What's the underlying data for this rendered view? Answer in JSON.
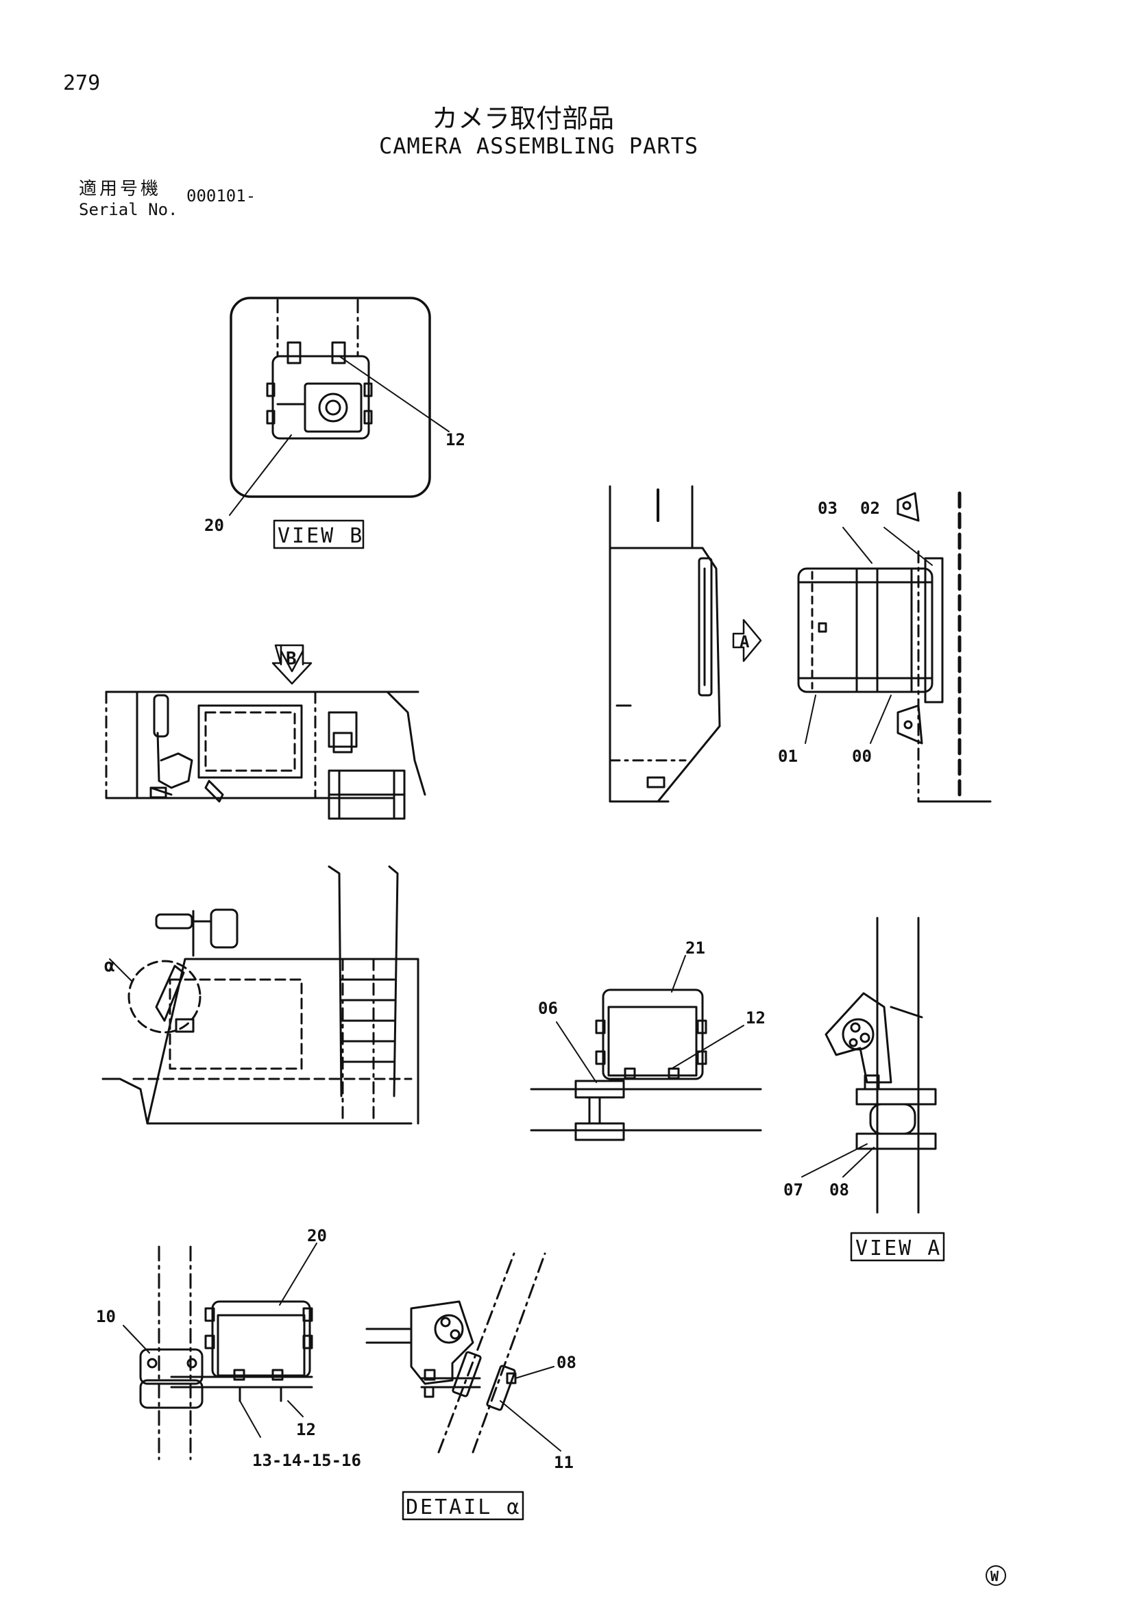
{
  "page": {
    "number": "279",
    "title_jp": "カメラ取付部品",
    "title_en": "CAMERA ASSEMBLING PARTS",
    "serial_label_jp": "適用号機",
    "serial_label_en": "Serial No.",
    "serial_value": "000101-",
    "corner_mark": "W"
  },
  "views": {
    "view_b": "VIEW B",
    "view_a": "VIEW A",
    "detail_a": "DETAIL α",
    "arrow_b": "B",
    "arrow_a": "A",
    "detail_circle_label": "α"
  },
  "part_labels": {
    "p12_top": "12",
    "p20_top": "20",
    "p03": "03",
    "p02": "02",
    "p01": "01",
    "p00": "00",
    "p21": "21",
    "p06": "06",
    "p12_mid": "12",
    "p07": "07",
    "p08_mid": "08",
    "p20_bot": "20",
    "p10": "10",
    "p12_bot": "12",
    "p13_16": "13-14-15-16",
    "p08_bot": "08",
    "p11": "11"
  }
}
